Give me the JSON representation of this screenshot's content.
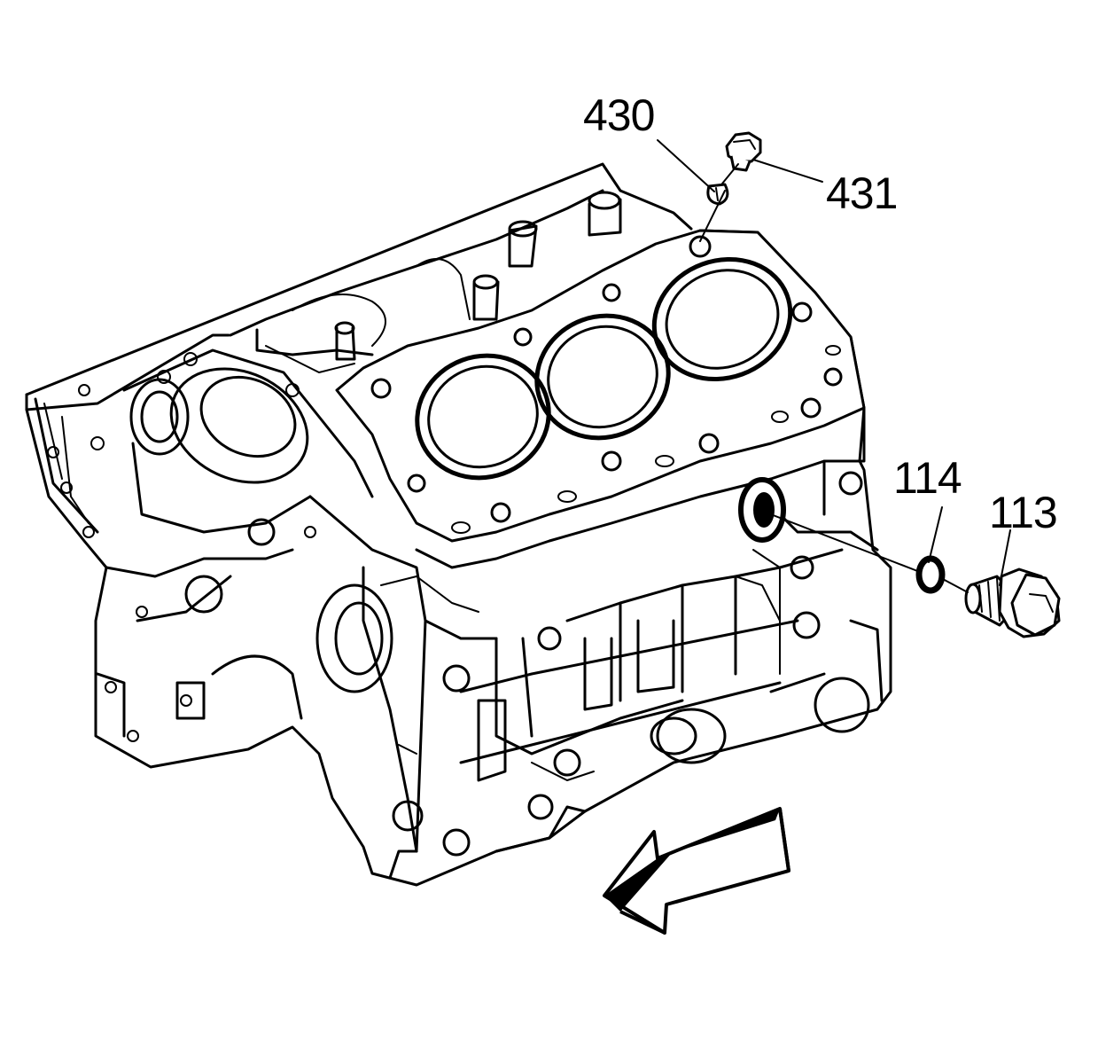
{
  "callouts": {
    "cylinder_head_locating_pin": "430",
    "oil_gallery_plug_top": "431",
    "seal": "114",
    "oil_gallery_plug_bolt": "113"
  },
  "colors": {
    "line": "#000000",
    "background": "#ffffff"
  },
  "arrow_direction": "front-of-engine-left"
}
